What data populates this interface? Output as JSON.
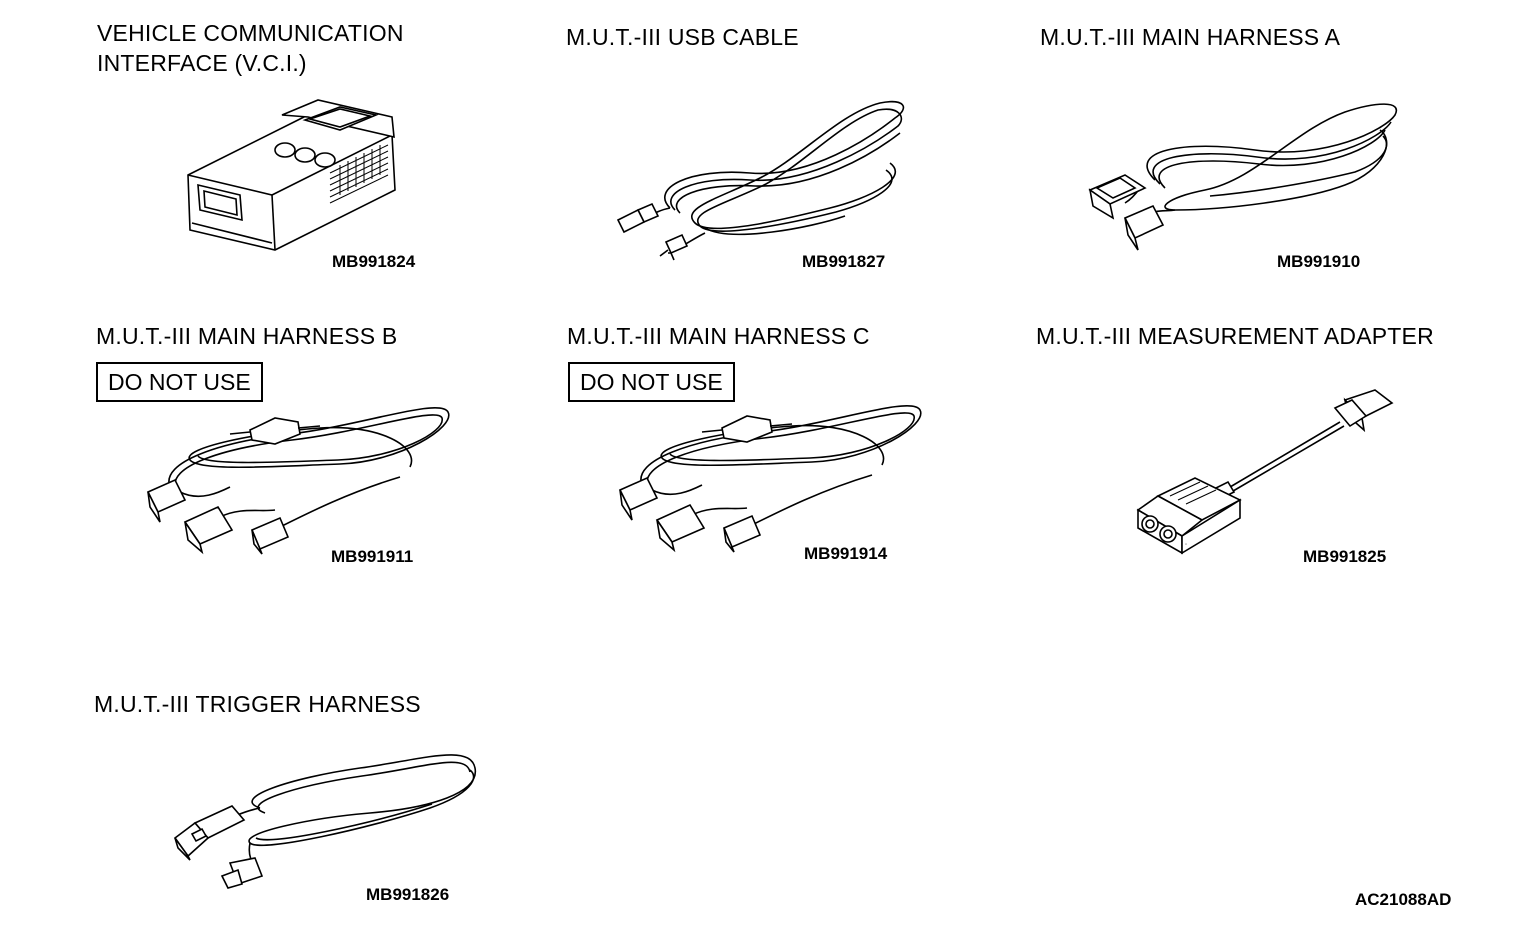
{
  "items": [
    {
      "title_line1": "VEHICLE COMMUNICATION",
      "title_line2": "INTERFACE (V.C.I.)",
      "part_no": "MB991824"
    },
    {
      "title": "M.U.T.-III USB CABLE",
      "part_no": "MB991827"
    },
    {
      "title": "M.U.T.-III MAIN HARNESS A",
      "part_no": "MB991910"
    },
    {
      "title": "M.U.T.-III MAIN HARNESS B",
      "warning": "DO NOT USE",
      "part_no": "MB991911"
    },
    {
      "title": "M.U.T.-III MAIN HARNESS C",
      "warning": "DO NOT USE",
      "part_no": "MB991914"
    },
    {
      "title": "M.U.T.-III MEASUREMENT ADAPTER",
      "part_no": "MB991825"
    },
    {
      "title": "M.U.T.-III TRIGGER HARNESS",
      "part_no": "MB991826"
    }
  ],
  "drawing_id": "AC21088AD",
  "icons": [
    "vci-device-illustration",
    "usb-cable-illustration",
    "main-harness-a-illustration",
    "main-harness-b-illustration",
    "main-harness-c-illustration",
    "measurement-adapter-illustration",
    "trigger-harness-illustration"
  ]
}
